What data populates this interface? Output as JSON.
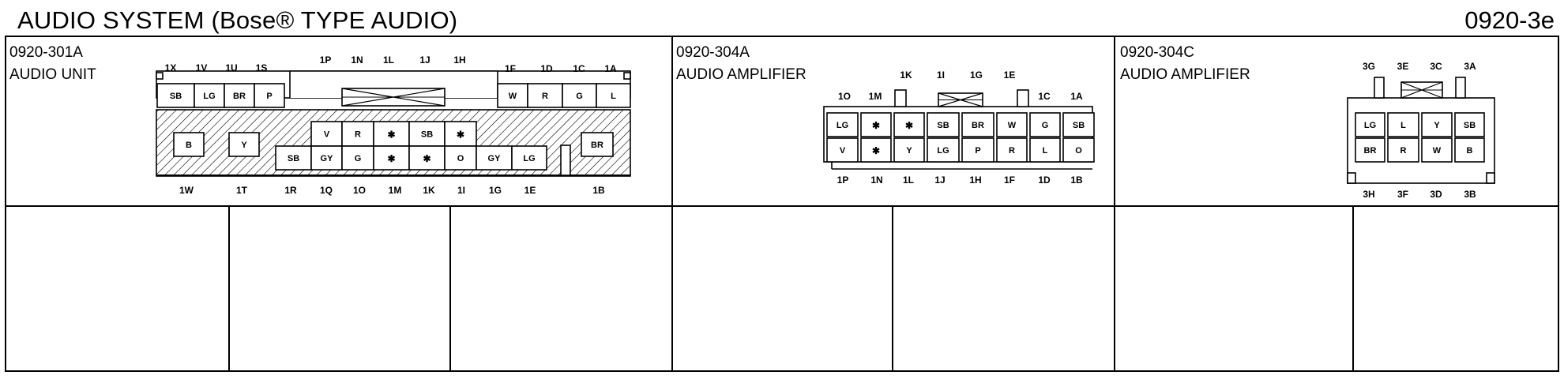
{
  "page": {
    "title": "AUDIO SYSTEM (Bose® TYPE AUDIO)",
    "code": "0920-3e"
  },
  "panels": [
    {
      "id": "0920-301A",
      "name": "AUDIO UNIT"
    },
    {
      "id": "0920-304A",
      "name": "AUDIO AMPLIFIER"
    },
    {
      "id": "0920-304C",
      "name": "AUDIO AMPLIFIER"
    }
  ],
  "audio_unit": {
    "top_pins_left": [
      "1X",
      "1V",
      "1U",
      "1S"
    ],
    "top_pins_mid": [
      "1P",
      "1N",
      "1L",
      "1J",
      "1H"
    ],
    "top_pins_right": [
      "1F",
      "1D",
      "1C",
      "1A"
    ],
    "top_row_left": [
      "SB",
      "LG",
      "BR",
      "P"
    ],
    "top_row_right": [
      "W",
      "R",
      "G",
      "L"
    ],
    "side_left": [
      "B",
      "Y"
    ],
    "side_right": "BR",
    "mid_row": [
      "V",
      "R",
      "✱",
      "SB",
      "✱"
    ],
    "bottom_row": [
      "SB",
      "GY",
      "G",
      "✱",
      "✱",
      "O",
      "GY",
      "LG"
    ],
    "bottom_pins": [
      "1W",
      "1T",
      "1R",
      "1Q",
      "1O",
      "1M",
      "1K",
      "1I",
      "1G",
      "1E",
      "1B"
    ]
  },
  "amp_a": {
    "top_pins_left": [
      "1O",
      "1M"
    ],
    "top_pins_mid": [
      "1K",
      "1I",
      "1G",
      "1E"
    ],
    "top_pins_right": [
      "1C",
      "1A"
    ],
    "row1": [
      "LG",
      "✱",
      "✱",
      "SB",
      "BR",
      "W",
      "G",
      "SB"
    ],
    "row2": [
      "V",
      "✱",
      "Y",
      "LG",
      "P",
      "R",
      "L",
      "O"
    ],
    "bottom_pins": [
      "1P",
      "1N",
      "1L",
      "1J",
      "1H",
      "1F",
      "1D",
      "1B"
    ]
  },
  "amp_c": {
    "top_pins": [
      "3G",
      "3E",
      "3C",
      "3A"
    ],
    "row1": [
      "LG",
      "L",
      "Y",
      "SB"
    ],
    "row2": [
      "BR",
      "R",
      "W",
      "B"
    ],
    "bottom_pins": [
      "3H",
      "3F",
      "3D",
      "3B"
    ]
  }
}
